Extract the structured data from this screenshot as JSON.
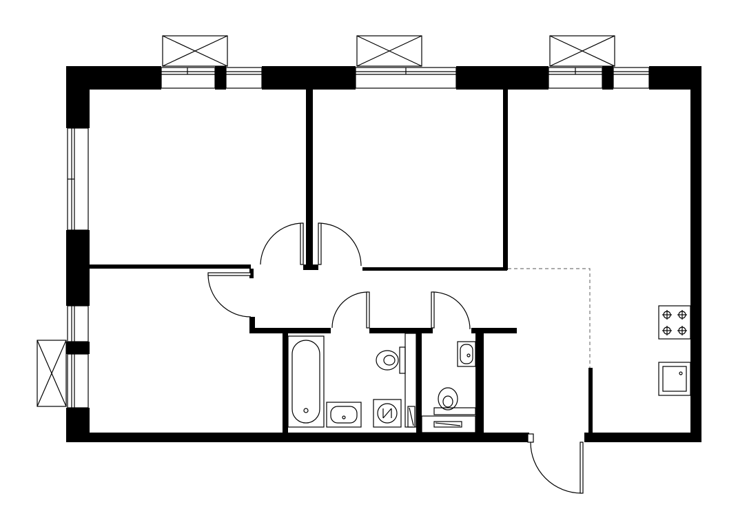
{
  "plan": {
    "kind": "apartment-floor-plan",
    "rooms": [
      {
        "id": "bedroom-1",
        "label": ""
      },
      {
        "id": "bedroom-2",
        "label": ""
      },
      {
        "id": "bedroom-3",
        "label": ""
      },
      {
        "id": "kitchen-living",
        "label": ""
      },
      {
        "id": "hallway",
        "label": ""
      },
      {
        "id": "bathroom",
        "label": ""
      },
      {
        "id": "toilet",
        "label": ""
      }
    ],
    "fixtures": [
      "bathtub-icon",
      "washbasin-icon",
      "toilet-icon",
      "washing-machine-icon",
      "stove-icon",
      "kitchen-sink-icon",
      "radiator-icon"
    ],
    "colors": {
      "wall": "#000000",
      "line": "#000000",
      "background": "#ffffff",
      "dashed": "#777777"
    }
  }
}
